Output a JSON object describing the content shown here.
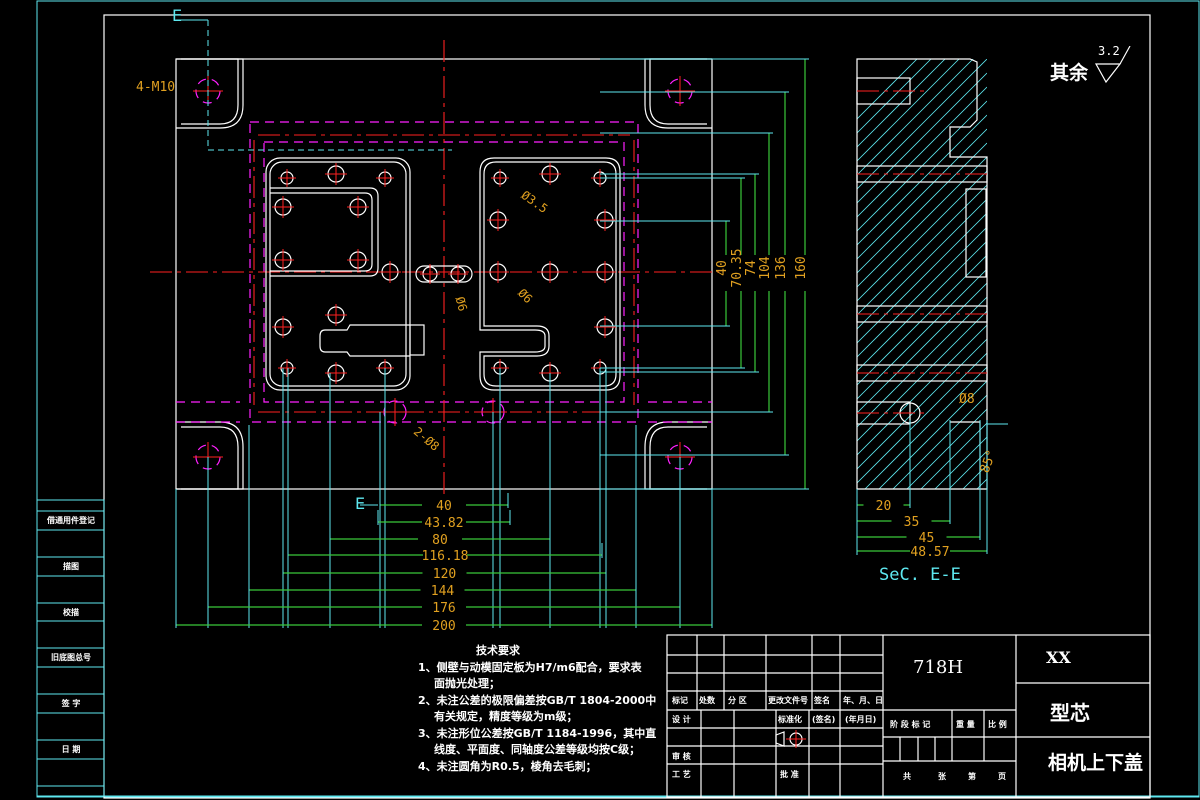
{
  "drawing": {
    "title_block": {
      "material": "718H",
      "company": "XX",
      "part_name": "型芯",
      "assembly_name": "相机上下盖",
      "rev_headers": [
        "标记",
        "处数",
        "分 区",
        "更改文件号",
        "签名",
        "年、月、日"
      ],
      "row_design": [
        "设 计",
        "标准化",
        "(签名)",
        "(年月日)"
      ],
      "row_review": "审 核",
      "row_process": "工 艺",
      "row_approve": "批 准",
      "stage_headers": [
        "阶 段 标 记",
        "重 量",
        "比 例"
      ],
      "sheet_footer": [
        "共",
        "张",
        "第",
        "页"
      ]
    },
    "side_strip": [
      "借通用件登记",
      "旧底图总号",
      "描图",
      "校描",
      "签 字",
      "日 期"
    ],
    "surface_note": {
      "label": "其余",
      "roughness": "3.2"
    },
    "tech_requirements": {
      "title": "技术要求",
      "items": [
        "1、侧壁与动模固定板为H7/m6配合，要求表",
        "面抛光处理；",
        "2、未注公差的极限偏差按GB/T 1804-2000中",
        "有关规定，精度等级为m级；",
        "3、未注形位公差按GB/T 1184-1996，其中直",
        "线度、平面度、同轴度公差等级均按C级；",
        "4、未注圆角为R0.5，棱角去毛刺；"
      ]
    },
    "annotations": {
      "thread": "4-M10",
      "hole_35": "Ø3.5",
      "hole_6a": "Ø6",
      "hole_6b": "Ø6",
      "hole_8": "2-Ø8",
      "section_mark": "E",
      "section_title": "SeC. E-E",
      "sec_hole": "Ø8",
      "sec_angle": "85°"
    },
    "horizontal_dims": [
      "40",
      "43.82",
      "80",
      "116.18",
      "120",
      "144",
      "176",
      "200"
    ],
    "vertical_dims": [
      "40",
      "70.35",
      "74",
      "104",
      "136",
      "160"
    ],
    "section_dims": [
      "20",
      "35",
      "45",
      "48.57"
    ]
  }
}
